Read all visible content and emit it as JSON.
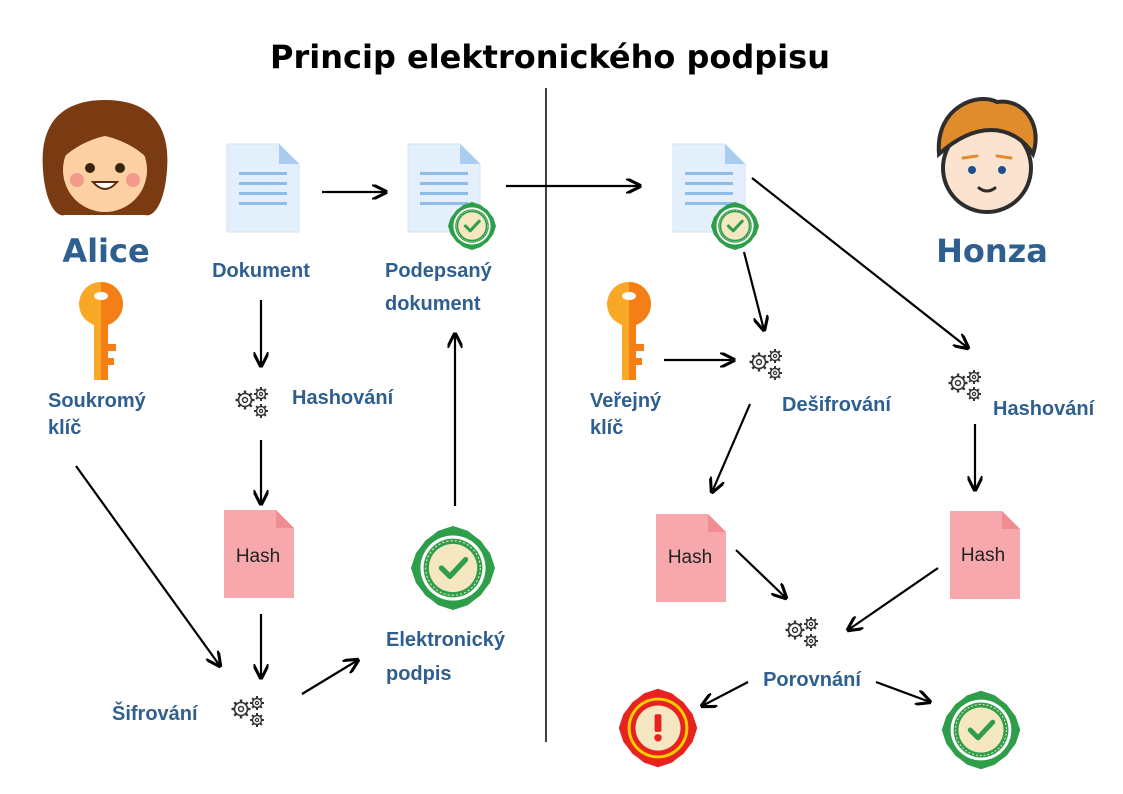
{
  "title": "Princip elektronického podpisu",
  "alice": {
    "name": "Alice",
    "document": "Dokument",
    "hashing": "Hashování",
    "hash": "Hash",
    "private_key": [
      "Soukromý",
      "klíč"
    ],
    "encryption": "Šifrování",
    "signature": [
      "Elektronický",
      "podpis"
    ],
    "signed_document": [
      "Podepsaný",
      "dokument"
    ]
  },
  "honza": {
    "name": "Honza",
    "public_key": [
      "Veřejný",
      "klíč"
    ],
    "decryption": "Dešifrování",
    "hashing": "Hashování",
    "hash_left": "Hash",
    "hash_right": "Hash",
    "comparison": "Porovnání"
  },
  "colors": {
    "label": "#2e5f8f",
    "hash_box": "#f7a8ad",
    "seal_green": "#2f9e4a",
    "seal_red": "#e8221e",
    "seal_center": "#f4e7c2",
    "document": "#e3f0fb",
    "key": "#f9a825"
  }
}
